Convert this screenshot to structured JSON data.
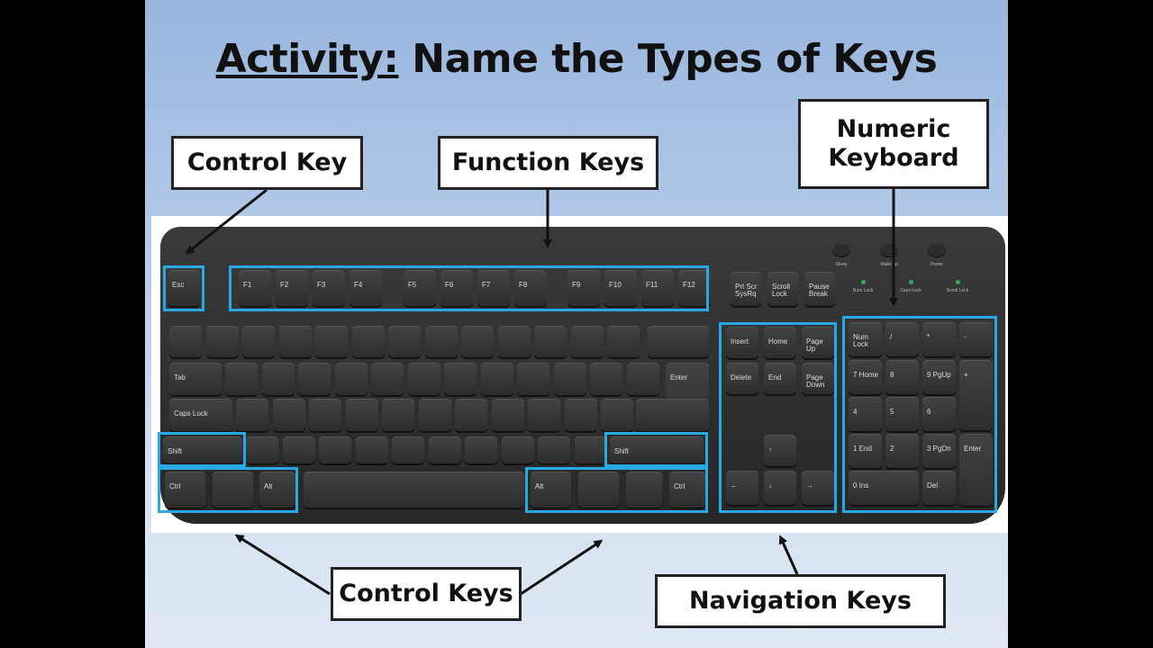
{
  "title": {
    "underlined": "Activity:",
    "rest": " Name the Types of Keys"
  },
  "labels": {
    "control_key": "Control Key",
    "function_keys": "Function Keys",
    "numeric_keyboard": "Numeric Keyboard",
    "control_keys": "Control Keys",
    "navigation_keys": "Navigation Keys"
  },
  "keyboard": {
    "esc": "Esc",
    "function_keys": [
      "F1",
      "F2",
      "F3",
      "F4",
      "F5",
      "F6",
      "F7",
      "F8",
      "F9",
      "F10",
      "F11",
      "F12"
    ],
    "system_keys": [
      "Prt Scr SysRq",
      "Scroll Lock",
      "Pause Break"
    ],
    "media_buttons": [
      "Sleep",
      "Wake up",
      "Power"
    ],
    "lock_indicators": [
      "Num Lock",
      "Caps Lock",
      "Scroll Lock"
    ],
    "tab": "Tab",
    "caps_lock": "Caps Lock",
    "enter": "Enter",
    "shift": "Shift",
    "ctrl": "Ctrl",
    "alt": "Alt",
    "nav_top": [
      "Insert",
      "Home",
      "Page Up",
      "Delete",
      "End",
      "Page Down"
    ],
    "numpad": [
      "Num Lock",
      "/",
      "*",
      "-",
      "7 Home",
      "8",
      "9 PgUp",
      "+",
      "4",
      "5",
      "6",
      "1 End",
      "2",
      "3 PgDn",
      "Enter",
      "0 Ins",
      "Del"
    ]
  },
  "colors": {
    "highlight": "#29a9e1",
    "slide_top": "#99b6de",
    "slide_bottom": "#dfe8f3"
  }
}
